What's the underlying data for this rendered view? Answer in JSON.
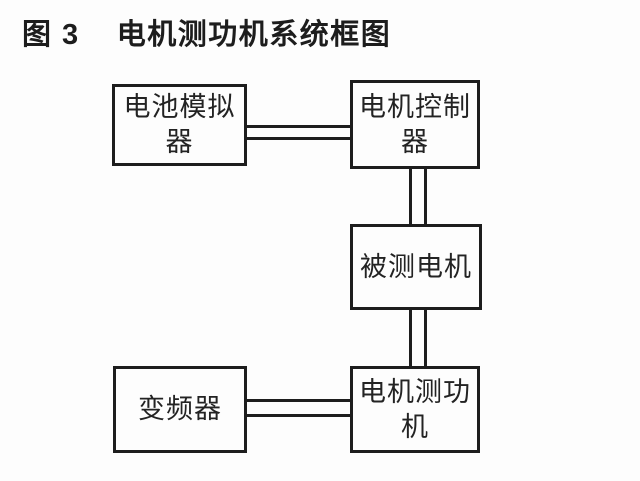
{
  "page": {
    "background_color": "#fdfdfd",
    "ink_color": "#1d1d1d"
  },
  "header": {
    "figure_label": "图 3",
    "title": "电机测功机系统框图"
  },
  "diagram": {
    "boxes": [
      {
        "id": "battery-simulator",
        "label": "电池模拟器",
        "lines": [
          "电池模拟",
          "器"
        ]
      },
      {
        "id": "motor-controller",
        "label": "电机控制器",
        "lines": [
          "电机控制",
          "器"
        ]
      },
      {
        "id": "motor-under-test",
        "label": "被测电机",
        "lines": [
          "被测电机"
        ]
      },
      {
        "id": "inverter",
        "label": "变频器",
        "lines": [
          "变频器"
        ]
      },
      {
        "id": "dynamometer",
        "label": "电机测功机",
        "lines": [
          "电机测功",
          "机"
        ]
      }
    ],
    "connections": [
      {
        "from": "battery-simulator",
        "to": "motor-controller",
        "style": "double-line",
        "orientation": "horizontal"
      },
      {
        "from": "motor-controller",
        "to": "motor-under-test",
        "style": "double-line",
        "orientation": "vertical"
      },
      {
        "from": "motor-under-test",
        "to": "dynamometer",
        "style": "double-line",
        "orientation": "vertical"
      },
      {
        "from": "inverter",
        "to": "dynamometer",
        "style": "double-line",
        "orientation": "horizontal"
      }
    ]
  }
}
